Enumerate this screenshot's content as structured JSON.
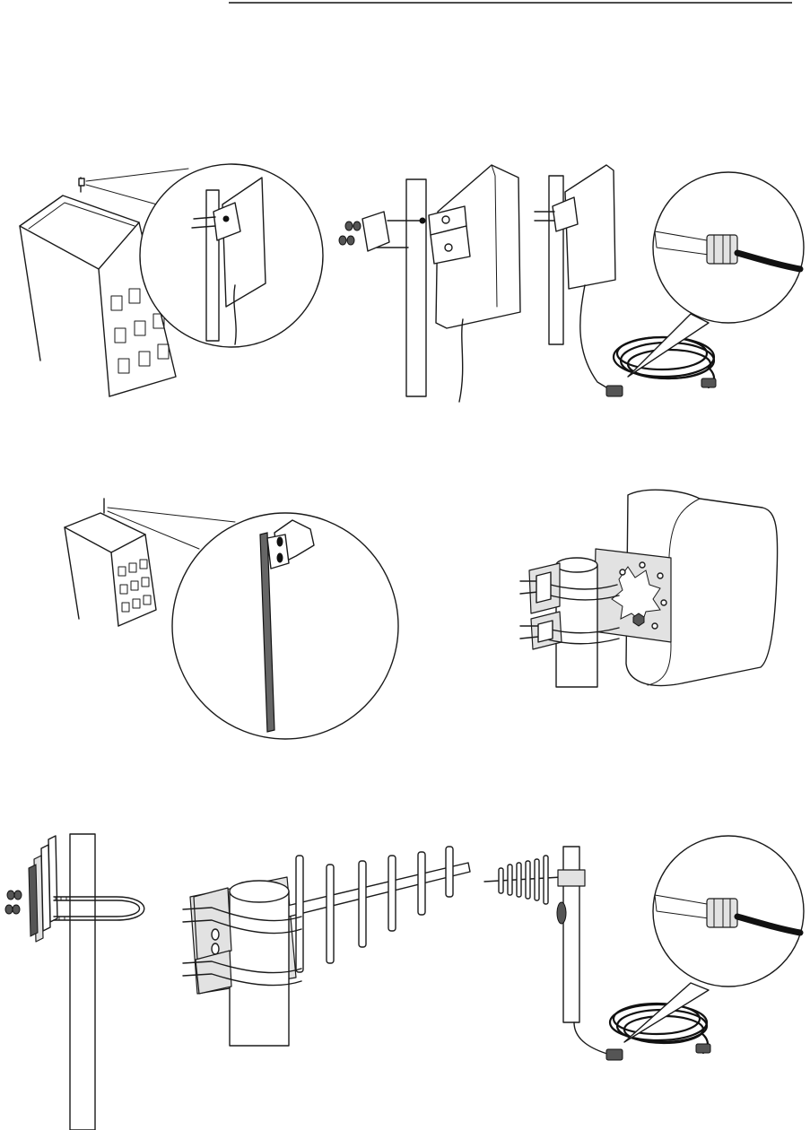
{
  "page": {
    "background": "#ffffff",
    "line_color": "#1a1a1a",
    "shade_color": "#e2e2e2"
  },
  "figures": [
    {
      "row": 1,
      "panel": "building-rooftop-zoom",
      "icons": [
        "building-icon",
        "mast-icon",
        "panel-antenna-icon",
        "mounting-bracket-icon"
      ]
    },
    {
      "row": 1,
      "panel": "panel-antenna-bracket-exploded",
      "icons": [
        "nut-icon",
        "bolt-icon",
        "clamp-plate-icon",
        "panel-antenna-icon"
      ]
    },
    {
      "row": 1,
      "panel": "panel-antenna-cable-connection",
      "icons": [
        "panel-antenna-icon",
        "coil-cable-icon",
        "n-connector-icon"
      ]
    },
    {
      "row": 2,
      "panel": "building-rooftop-zoom-small",
      "icons": [
        "building-icon",
        "mast-icon",
        "panel-antenna-icon"
      ]
    },
    {
      "row": 2,
      "panel": "omni-panel-pole-clamp",
      "icons": [
        "pole-icon",
        "u-bolt-clamp-icon",
        "star-plate-icon",
        "antenna-housing-icon"
      ]
    },
    {
      "row": 3,
      "panel": "u-bolt-exploded",
      "icons": [
        "nut-icon",
        "clamp-plate-icon",
        "u-bolt-icon",
        "mast-icon"
      ]
    },
    {
      "row": 3,
      "panel": "yagi-antenna-pole-clamp",
      "icons": [
        "pole-icon",
        "u-bolt-clamp-icon",
        "yagi-element-icon"
      ]
    },
    {
      "row": 3,
      "panel": "yagi-antenna-cable-connection",
      "icons": [
        "yagi-antenna-icon",
        "mast-icon",
        "coil-cable-icon",
        "n-connector-icon"
      ]
    }
  ]
}
